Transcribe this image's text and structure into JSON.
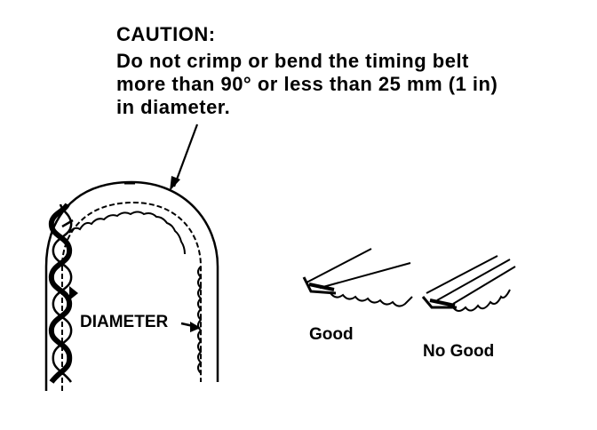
{
  "caution": {
    "title": "CAUTION:",
    "line1": "Do not crimp or bend the timing belt",
    "line2": "more than 90° or less than 25 mm (1 in)",
    "line3": "in diameter."
  },
  "labels": {
    "diameter": "DIAMETER",
    "good": "Good",
    "no_good": "No Good"
  },
  "colors": {
    "ink": "#000000",
    "background": "#ffffff"
  }
}
